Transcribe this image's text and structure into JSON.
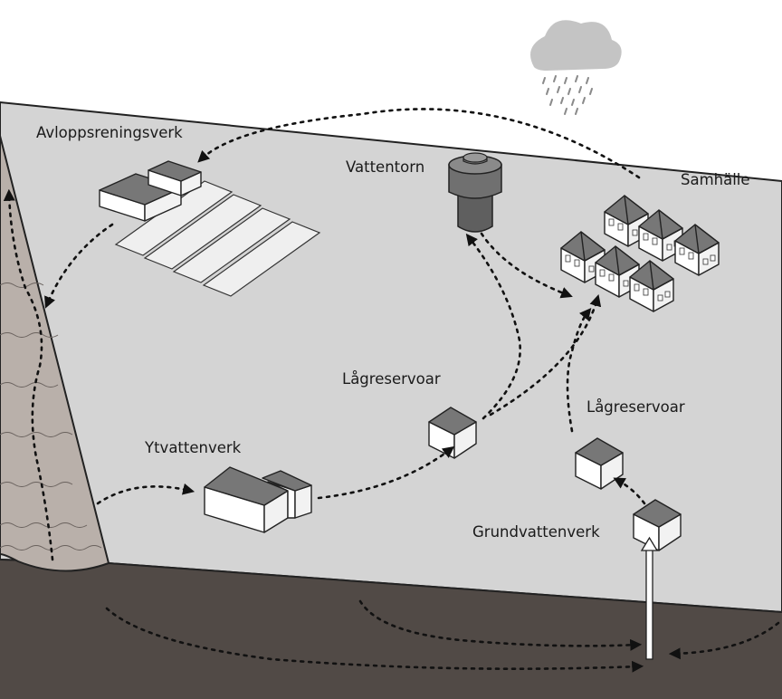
{
  "labels": {
    "sewage_plant": "Avloppsreningsverk",
    "water_tower": "Vattentorn",
    "community": "Samhälle",
    "low_reservoir_1": "Lågreservoar",
    "low_reservoir_2": "Lågreservoar",
    "surface_water_plant": "Ytvattenverk",
    "groundwater_plant": "Grundvattenverk"
  },
  "colors": {
    "ground_surface": "#d4d4d4",
    "underground": "#514a46",
    "river": "#b9b0aa",
    "building_wall": "#ffffff",
    "building_roof": "#777777",
    "tower": "#6e6e6e",
    "cloud": "#c4c4c4"
  },
  "icons": [
    "rain-cloud-icon",
    "water-tower-icon",
    "house-icon",
    "factory-icon",
    "well-pipe-icon"
  ]
}
